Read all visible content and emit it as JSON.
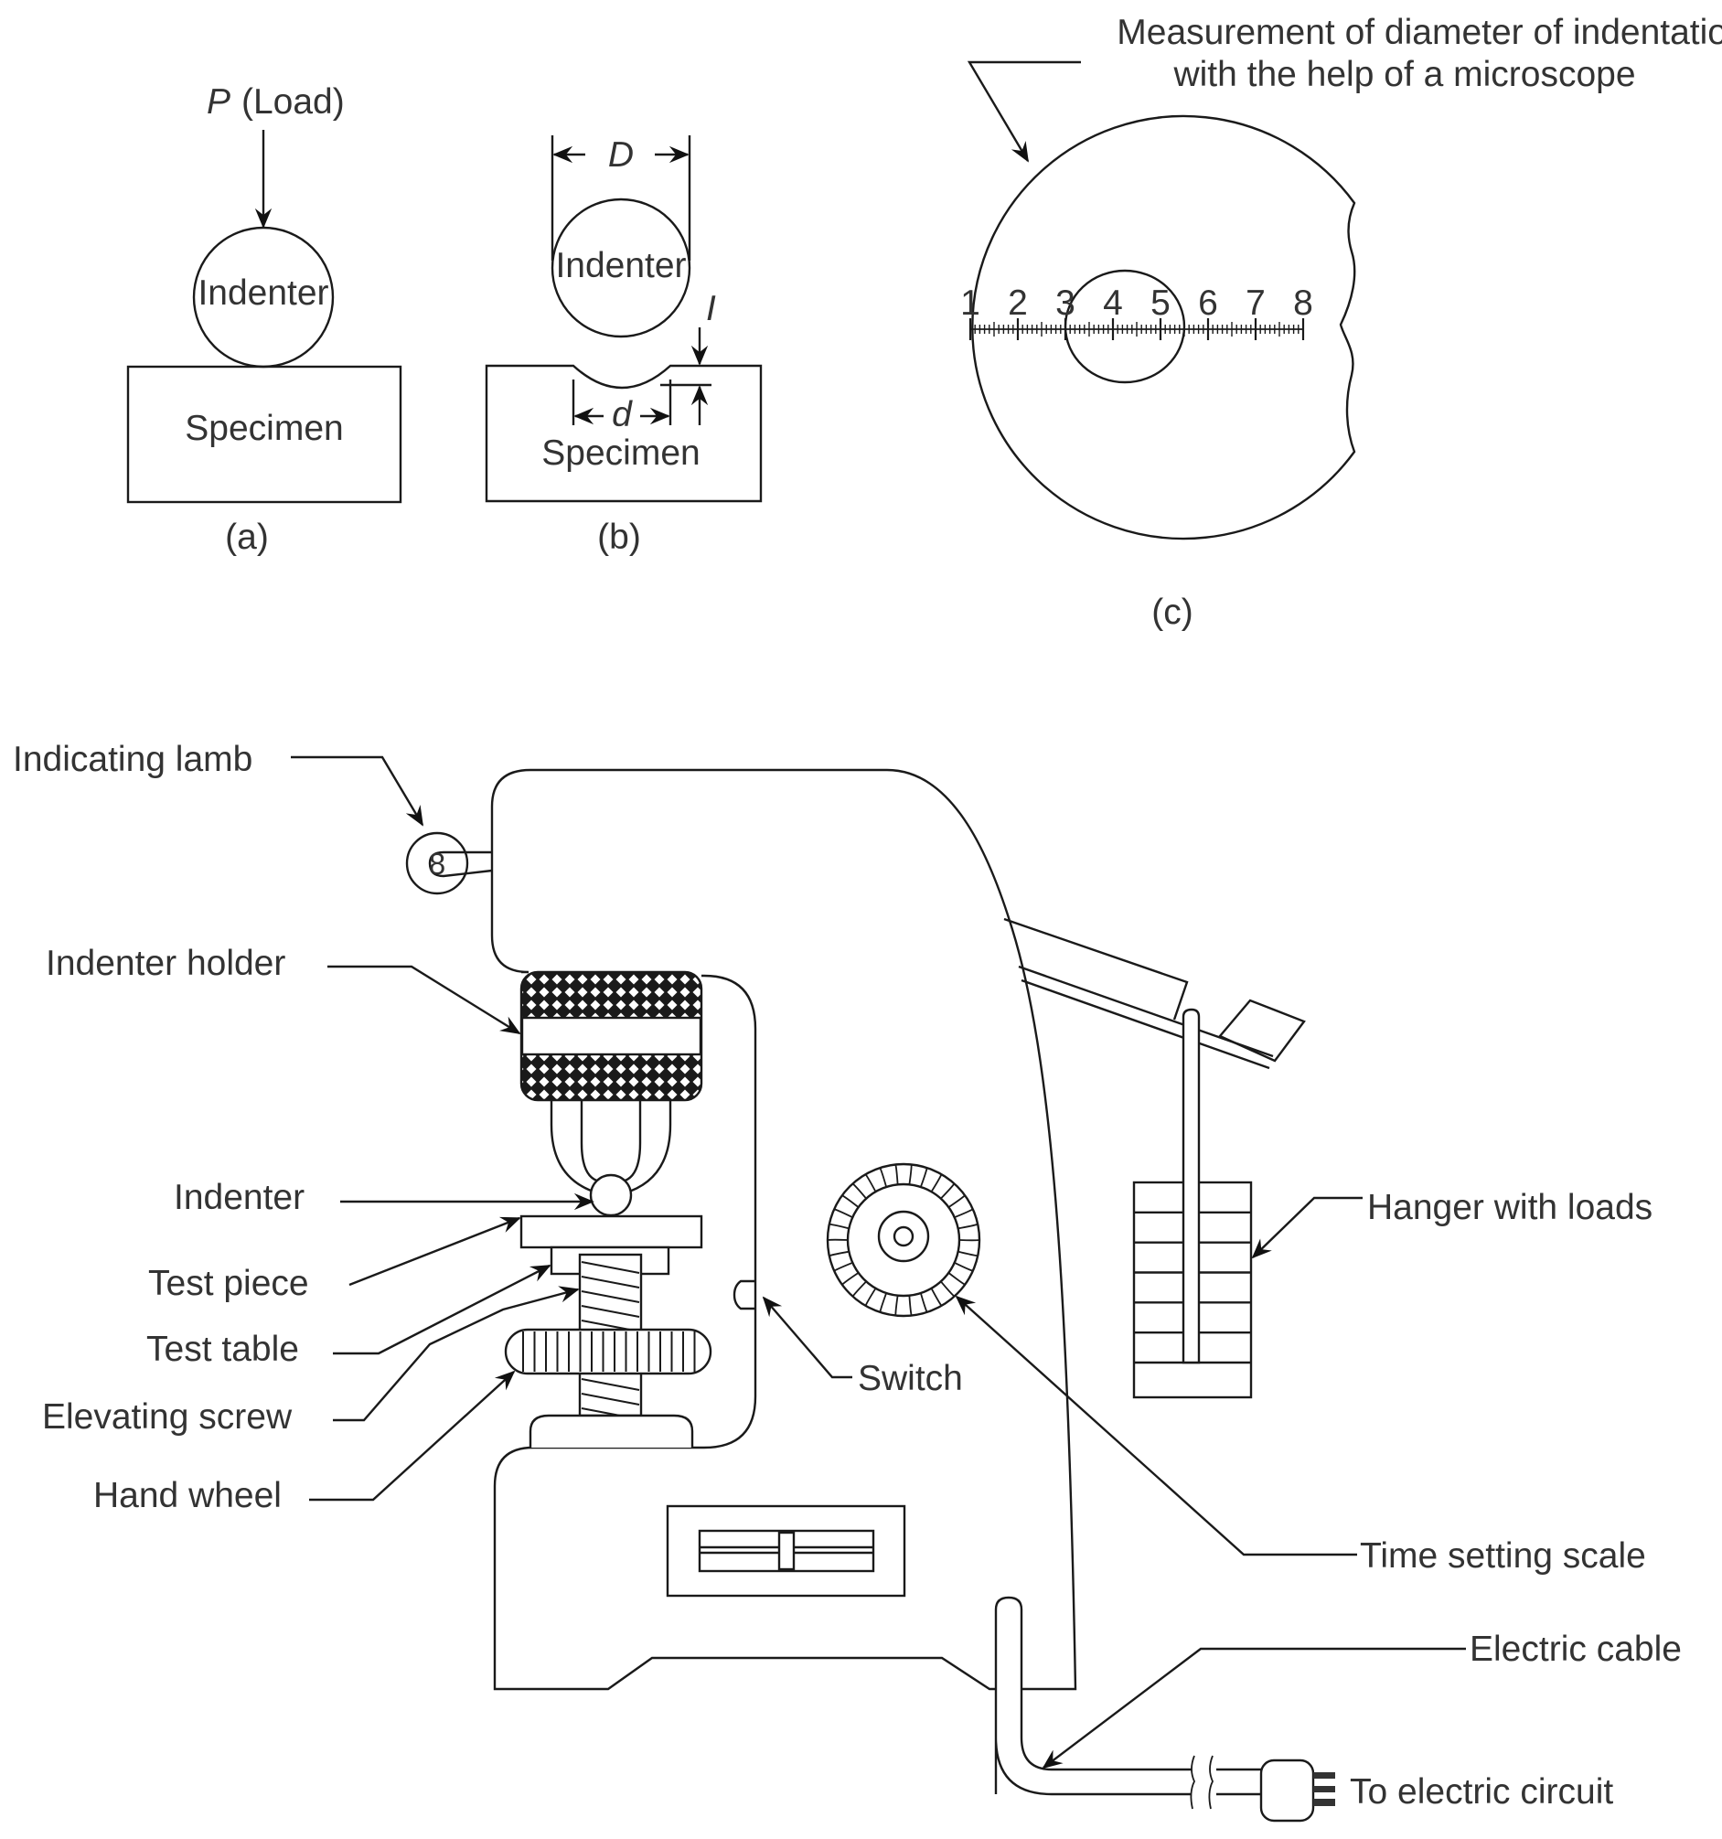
{
  "figure_a": {
    "load_symbol": "P",
    "load_label": "(Load)",
    "indenter_label": "Indenter",
    "specimen_label": "Specimen",
    "caption": "(a)"
  },
  "figure_b": {
    "ball_diameter_symbol": "D",
    "indentation_diameter_symbol": "d",
    "depth_symbol": "I",
    "indenter_label": "Indenter",
    "specimen_label": "Specimen",
    "caption": "(b)"
  },
  "figure_c": {
    "title_line1": "Measurement of diameter of indentation",
    "title_line2": "with the help of a microscope",
    "scale_numbers": [
      "1",
      "2",
      "3",
      "4",
      "5",
      "6",
      "7",
      "8"
    ],
    "caption": "(c)"
  },
  "machine": {
    "labels": {
      "indicating_lamp": "Indicating lamb",
      "indenter_holder": "Indenter holder",
      "indenter": "Indenter",
      "test_piece": "Test piece",
      "test_table": "Test table",
      "elevating_screw": "Elevating screw",
      "hand_wheel": "Hand wheel",
      "switch": "Switch",
      "hanger_with_loads": "Hanger with loads",
      "time_setting_scale": "Time setting scale",
      "electric_cable": "Electric cable",
      "to_electric_circuit": "To electric circuit"
    },
    "lamp_glyph": "8",
    "hanger_weight_count": 6
  },
  "colors": {
    "line": "#1a1a1a",
    "text": "#333333",
    "background": "#ffffff"
  }
}
